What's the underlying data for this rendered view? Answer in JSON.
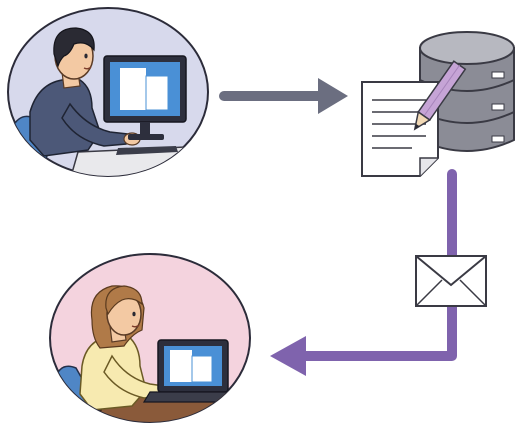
{
  "diagram": {
    "nodes": [
      {
        "id": "office-worker",
        "icon": "man-at-desktop-computer-icon",
        "bg": "#d7d9ec"
      },
      {
        "id": "database",
        "icon": "database-with-document-and-pencil-icon"
      },
      {
        "id": "recipient",
        "icon": "woman-at-laptop-icon",
        "bg": "#f4d3de"
      }
    ],
    "edges": [
      {
        "from": "office-worker",
        "to": "database",
        "color": "#6b6e80"
      },
      {
        "from": "database",
        "to": "recipient",
        "color": "#7f63ad",
        "icon": "envelope-icon"
      }
    ]
  }
}
